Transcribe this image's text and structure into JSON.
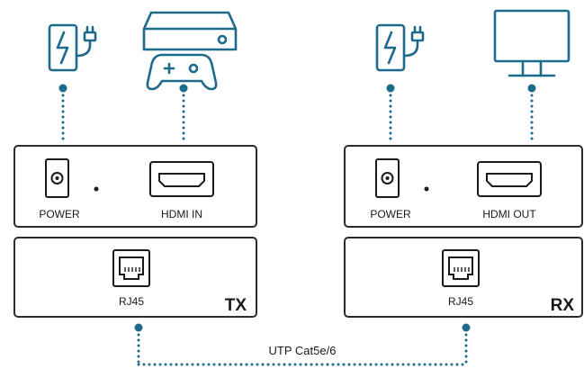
{
  "labels": {
    "tx_power": "POWER",
    "tx_hdmi": "HDMI IN",
    "tx_rj45": "RJ45",
    "tx_tag": "TX",
    "rx_power": "POWER",
    "rx_hdmi": "HDMI OUT",
    "rx_rj45": "RJ45",
    "rx_tag": "RX",
    "cable": "UTP Cat5e/6"
  },
  "icons": {
    "tx_source_power": "power-adapter-icon",
    "tx_source_device": "game-console-icon",
    "rx_source_power": "power-adapter-icon",
    "rx_display_device": "monitor-icon"
  },
  "colors": {
    "accent": "#1d6a8c",
    "outline": "#2b2b2b"
  }
}
